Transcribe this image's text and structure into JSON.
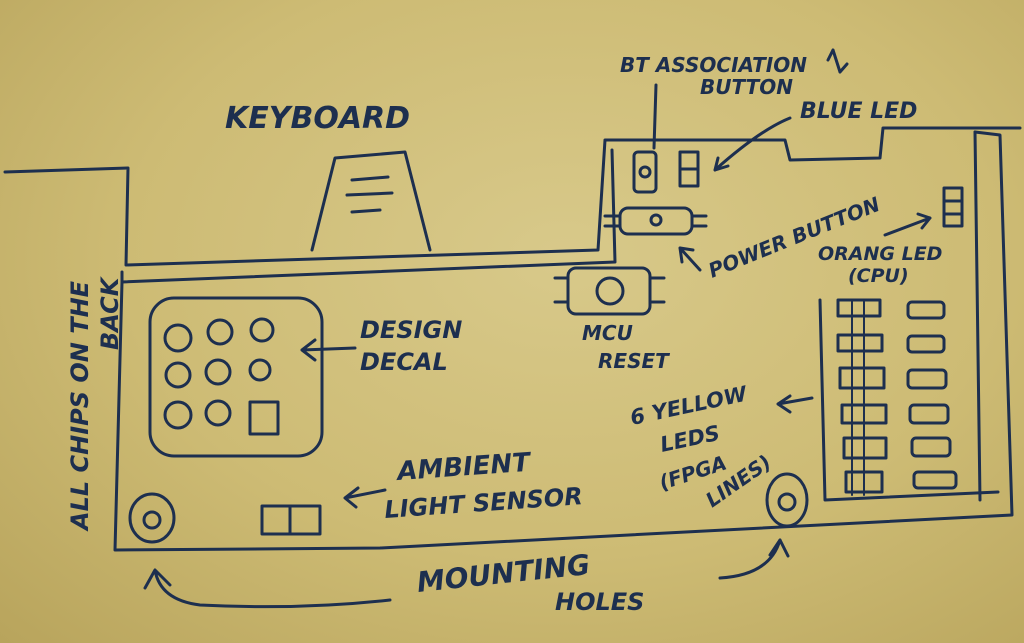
{
  "labels": {
    "keyboard": "KEYBOARD",
    "bt_line1": "BT ASSOCIATION",
    "bt_line2": "BUTTON",
    "blue_led": "BLUE LED",
    "power_button": "POWER BUTTON",
    "orange_line1": "ORANG LED",
    "orange_line2": "(CPU)",
    "mcu_line1": "MCU",
    "mcu_line2": "RESET",
    "design_line1": "DESIGN",
    "design_line2": "DECAL",
    "yellow_line1": "6 YELLOW",
    "yellow_line2": "LEDS",
    "yellow_line3": "(FPGA",
    "yellow_line4": "LINES)",
    "ambient_line1": "AMBIENT",
    "ambient_line2": "LIGHT SENSOR",
    "mounting_line1": "MOUNTING",
    "mounting_line2": "HOLES",
    "side_line1": "ALL CHIPS ON THE",
    "side_line2": "BACK"
  },
  "colors": {
    "ink": "#1d2f4f",
    "paper": "#d4c47f"
  }
}
